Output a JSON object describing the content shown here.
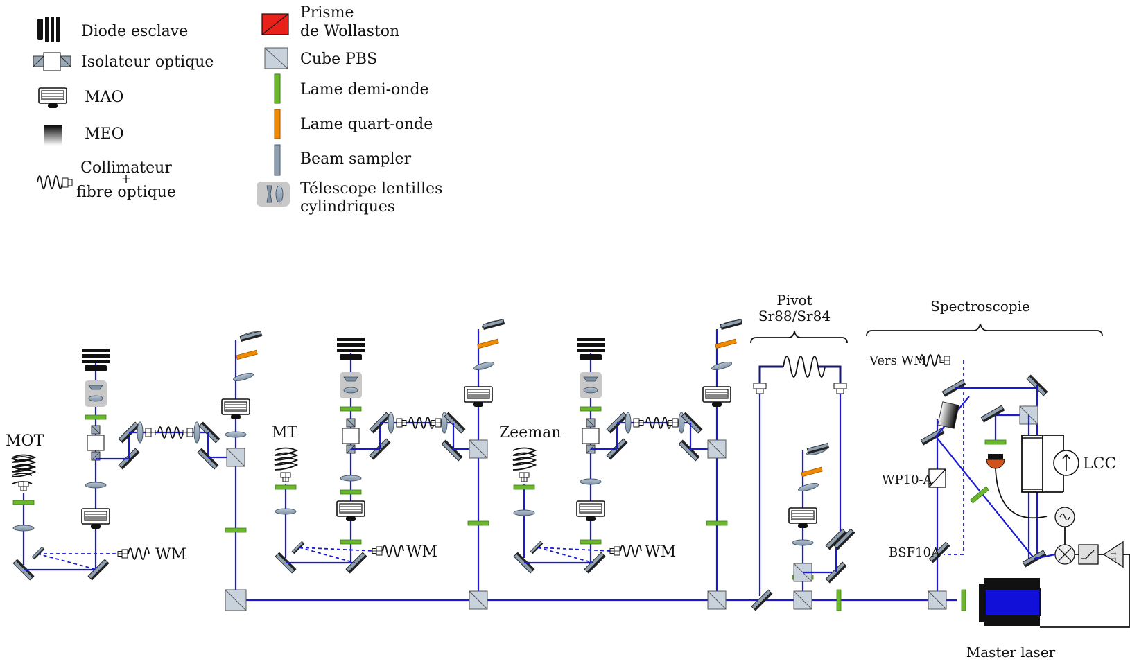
{
  "legend": {
    "left": [
      {
        "label": "Diode esclave",
        "icon": "slave-diode-icon"
      },
      {
        "label": "Isolateur optique",
        "icon": "optical-isolator-icon"
      },
      {
        "label": "MAO",
        "icon": "aom-icon"
      },
      {
        "label": "MEO",
        "icon": "eom-icon"
      },
      {
        "label_lines": [
          "Collimateur",
          "+",
          "fibre optique"
        ],
        "icon": "fiber-collimator-icon"
      }
    ],
    "right": [
      {
        "label_lines": [
          "Prisme",
          "de Wollaston"
        ],
        "icon": "wollaston-prism-icon"
      },
      {
        "label": "Cube PBS",
        "icon": "pbs-cube-icon"
      },
      {
        "label": "Lame demi-onde",
        "icon": "half-wave-plate-icon"
      },
      {
        "label": "Lame quart-onde",
        "icon": "quarter-wave-plate-icon"
      },
      {
        "label": "Beam sampler",
        "icon": "beam-sampler-icon"
      },
      {
        "label_lines": [
          "Télescope lentilles",
          "cylindriques"
        ],
        "icon": "cylindrical-telescope-icon"
      }
    ]
  },
  "labels": {
    "mot": "MOT",
    "mt": "MT",
    "zeeman": "Zeeman",
    "wm": "WM",
    "pivot": [
      "Pivot",
      "Sr88/Sr84"
    ],
    "spectroscopie": "Spectroscopie",
    "vers_wm": "Vers WM",
    "wp10a": "WP10-A",
    "bsf10a": "BSF10A",
    "lcc": "LCC",
    "master_laser": "Master laser"
  },
  "colors": {
    "beam": "#1a1ad0",
    "half_wave_plate": "#6bb82e",
    "quarter_wave_plate": "#f08a00",
    "wollaston": "#e8221a",
    "pbs": "#c8d2dc",
    "beam_sampler": "#8e9fb0",
    "master_laser_core": "#1010d8"
  }
}
